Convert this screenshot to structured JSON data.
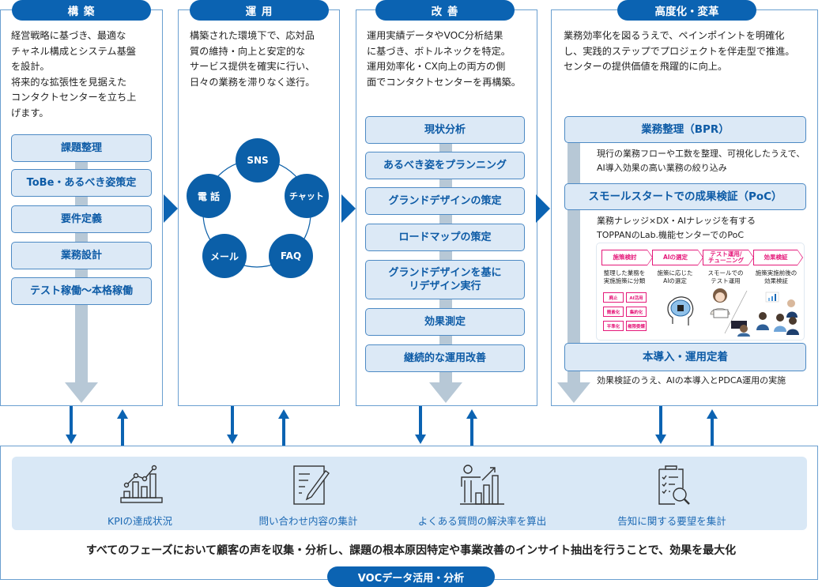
{
  "phases": [
    {
      "title": "構 築",
      "description": "経営戦略に基づき、最適な\nチャネル構成とシステム基盤\nを設計。\n将来的な拡張性を見据えた\nコンタクトセンターを立ち上\nげます。",
      "steps": [
        "課題整理",
        "ToBe・あるべき姿策定",
        "要件定義",
        "業務設計",
        "テスト稼働〜本格稼働"
      ]
    },
    {
      "title": "運 用",
      "description": "構築された環境下で、応対品\n質の維持・向上と安定的な\nサービス提供を確実に行い、\n日々の業務を滞りなく遂行。",
      "channels": [
        "SNS",
        "チャット",
        "FAQ",
        "メール",
        "電 話"
      ]
    },
    {
      "title": "改 善",
      "description": "運用実績データやVOC分析結果\nに基づき、ボトルネックを特定。\n運用効率化・CX向上の両方の側\n面でコンタクトセンターを再構築。",
      "steps": [
        "現状分析",
        "あるべき姿をプランニング",
        "グランドデザインの策定",
        "ロードマップの策定",
        "グランドデザインを基に\nリデザイン実行",
        "効果測定",
        "継続的な運用改善"
      ]
    },
    {
      "title": "高度化・変革",
      "description": "業務効率化を図るうえで、ペインポイントを明確化\nし、実践的ステップでプロジェクトを伴走型で推進。\nセンターの提供価値を飛躍的に向上。",
      "steps": [
        {
          "label": "業務整理（BPR）",
          "detail": "現行の業務フローや工数を整理、可視化したうえで、\nAI導入効果の高い業務の絞り込み"
        },
        {
          "label": "スモールスタートでの成果検証（PoC）",
          "detail": "業務ナレッジ×DX・AIナレッジを有する\nTOPPANのLab.機能センターでのPoC"
        },
        {
          "label": "本導入・運用定着",
          "detail": "効果検証のうえ、AIの本導入とPDCA運用の実施"
        }
      ],
      "poc_flow": {
        "tabs": [
          "施策検討",
          "AIの選定",
          "テスト運用/\nチューニング",
          "効果検証"
        ],
        "captions": [
          "整理した業務を\n実施施策に分類",
          "施策に応じた\nAIの選定",
          "スモールでの\nテスト運用",
          "施策実施前後の\n効果検証"
        ],
        "chips": [
          "廃止",
          "AI活用",
          "簡素化",
          "集約化",
          "平準化",
          "権限委譲"
        ]
      }
    }
  ],
  "voc": {
    "title": "VOCデータ活用・分析",
    "items": [
      {
        "icon": "kpi-chart-icon",
        "label": "KPIの達成状況"
      },
      {
        "icon": "document-pen-icon",
        "label": "問い合わせ内容の集計"
      },
      {
        "icon": "presenter-growth-icon",
        "label": "よくある質問の解決率を算出"
      },
      {
        "icon": "clipboard-search-icon",
        "label": "告知に関する要望を集計"
      }
    ],
    "summary": "すべてのフェーズにおいて顧客の声を収集・分析し、課題の根本原因特定や事業改善のインサイト抽出を行うことで、効果を最大化"
  },
  "colors": {
    "primary": "#0b63b2",
    "step_fill": "#dce9f6",
    "spine": "#b7c8d6",
    "accent_pink": "#e5197a"
  }
}
